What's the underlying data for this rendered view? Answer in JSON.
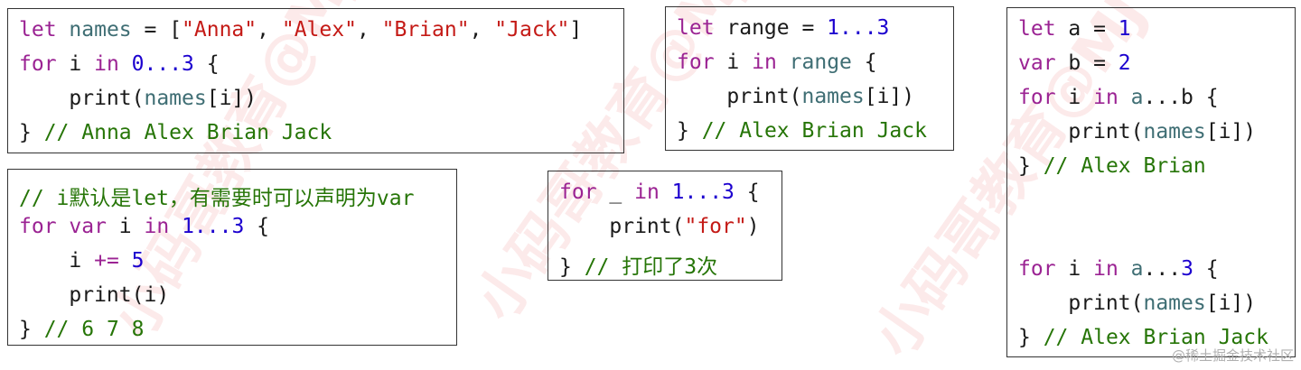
{
  "box1": {
    "l1": {
      "a": "let",
      "b": " ",
      "c": "names",
      "d": " = [",
      "e": "\"Anna\"",
      "f": ", ",
      "g": "\"Alex\"",
      "h": ", ",
      "i": "\"Brian\"",
      "j": ", ",
      "k": "\"Jack\"",
      "m": "]"
    },
    "l2": {
      "a": "for",
      "b": " i ",
      "c": "in",
      "d": " ",
      "e": "0...3",
      "f": " {"
    },
    "l3": {
      "a": "    print(",
      "b": "names",
      "c": "[i])"
    },
    "l4": {
      "a": "} ",
      "b": "// Anna Alex Brian Jack"
    }
  },
  "box2": {
    "l1": {
      "a": "let",
      "b": " range = ",
      "c": "1...3"
    },
    "l2": {
      "a": "for",
      "b": " i ",
      "c": "in",
      "d": " ",
      "e": "range",
      "f": " {"
    },
    "l3": {
      "a": "    print(",
      "b": "names",
      "c": "[i])"
    },
    "l4": {
      "a": "} ",
      "b": "// Alex Brian Jack"
    }
  },
  "box3": {
    "l1": {
      "a": "let",
      "b": " a = ",
      "c": "1"
    },
    "l2": {
      "a": "var",
      "b": " b = ",
      "c": "2"
    },
    "l3": {
      "a": "for",
      "b": " i ",
      "c": "in",
      "d": " ",
      "e": "a",
      "f": "...b {"
    },
    "l4": {
      "a": "    print(",
      "b": "names",
      "c": "[i])"
    },
    "l5": {
      "a": "} ",
      "b": "// Alex Brian"
    },
    "l6": {
      "a": "for",
      "b": " i ",
      "c": "in",
      "d": " ",
      "e": "a",
      "f": "...",
      "g": "3",
      "h": " {"
    },
    "l7": {
      "a": "    print(",
      "b": "names",
      "c": "[i])"
    },
    "l8": {
      "a": "} ",
      "b": "// Alex Brian Jack"
    }
  },
  "box4": {
    "l1": {
      "a": "// i默认是let，有需要时可以声明为var"
    },
    "l2": {
      "a": "for",
      "b": " ",
      "c": "var",
      "d": " i ",
      "e": "in",
      "f": " ",
      "g": "1...3",
      "h": " {"
    },
    "l3": {
      "a": "    i ",
      "b": "+=",
      "c": " ",
      "d": "5"
    },
    "l4": {
      "a": "    print(i)"
    },
    "l5": {
      "a": "} ",
      "b": "// 6 7 8"
    }
  },
  "box5": {
    "l1": {
      "a": "for",
      "b": " _ ",
      "c": "in",
      "d": " ",
      "e": "1...3",
      "f": " {"
    },
    "l2": {
      "a": "    print(",
      "b": "\"for\"",
      "c": ")"
    },
    "l3": {
      "a": "} ",
      "b": "// 打印了3次"
    }
  },
  "watermark_text": "小码哥教育@MJ",
  "credit": "@稀土掘金技术社区",
  "colors": {
    "keyword": "#9b2393",
    "string": "#c41a16",
    "number": "#1c00cf",
    "comment": "#267507",
    "identifier": "#3f6e74",
    "watermark": "#e85a5a"
  }
}
